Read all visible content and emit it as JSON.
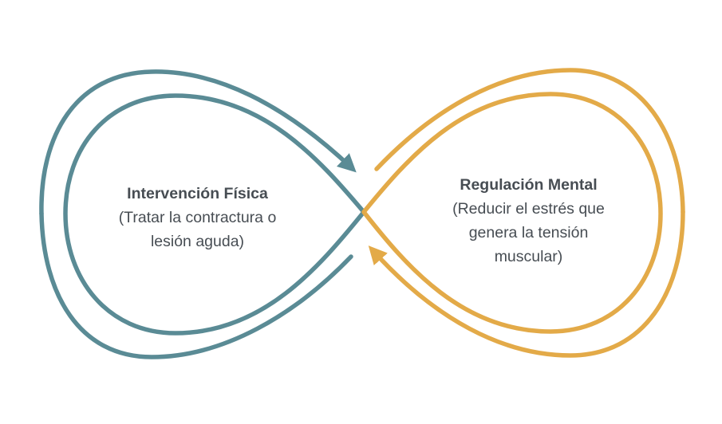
{
  "colors": {
    "left_loop": "#5a8b95",
    "right_loop": "#e3aa48",
    "text": "#474d53",
    "background": "#ffffff"
  },
  "left": {
    "title": "Intervención Física",
    "lines": [
      "(Tratar la contractura o",
      "lesión aguda)"
    ]
  },
  "right": {
    "title": "Regulación Mental",
    "lines": [
      "(Reducir el estrés que",
      "genera la tensión",
      "muscular)"
    ]
  }
}
